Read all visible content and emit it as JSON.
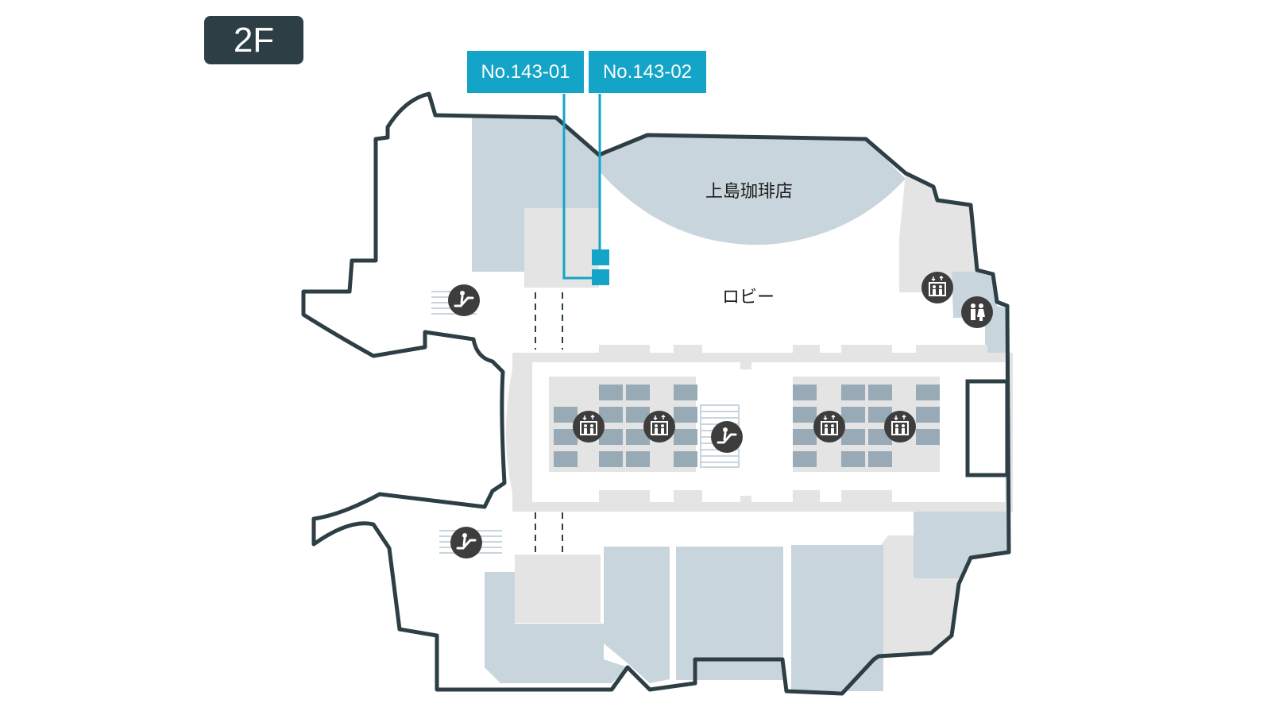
{
  "floor": {
    "label": "2F"
  },
  "booths": [
    {
      "id": "booth-143-01",
      "label": "No.143-01"
    },
    {
      "id": "booth-143-02",
      "label": "No.143-02"
    }
  ],
  "areas": {
    "cafe": "上島珈琲店",
    "lobby": "ロビー"
  },
  "icons": {
    "escalator": "escalator-icon",
    "elevator": "elevator-icon",
    "restroom": "restroom-icon"
  },
  "colors": {
    "accent": "#13a4c8",
    "badge": "#2d3e45",
    "wall": "#2d3e45",
    "room_blue": "#c9d5dd",
    "room_gray": "#e4e4e4",
    "elevator_slot": "#97aab5",
    "icon_bg": "#3d3d3d"
  }
}
